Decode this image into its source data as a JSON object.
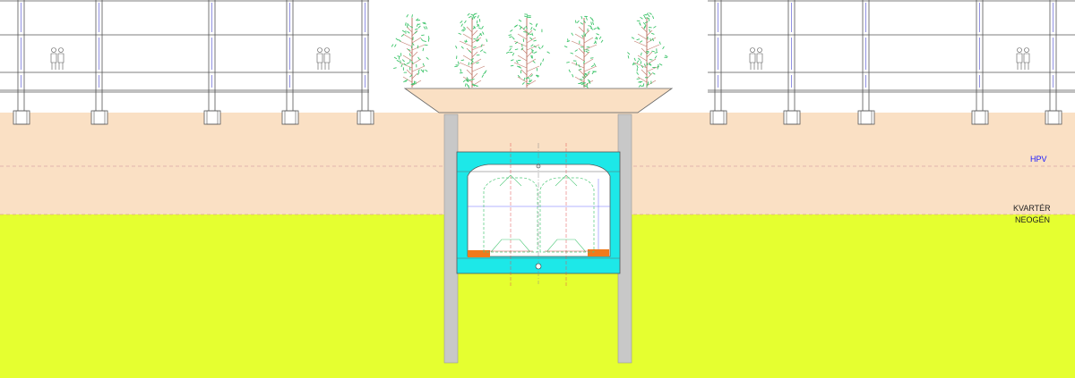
{
  "colors": {
    "quaternary": "#fae0c4",
    "neogene": "#e5ff30",
    "tunnel": "#1de8e8",
    "piles": "#c8c8c8",
    "rails_kerb": "#f07a1c",
    "trees": "#3dc46a",
    "groundwater_label": "#1a1aff",
    "label_text": "#222222"
  },
  "labels": {
    "groundwater": "HPV",
    "quaternary": "KVARTÉR",
    "neogene": "NEOGÉN"
  },
  "icons": {
    "building": "building-section-icon",
    "tree": "tree-icon",
    "person": "person-icon"
  }
}
